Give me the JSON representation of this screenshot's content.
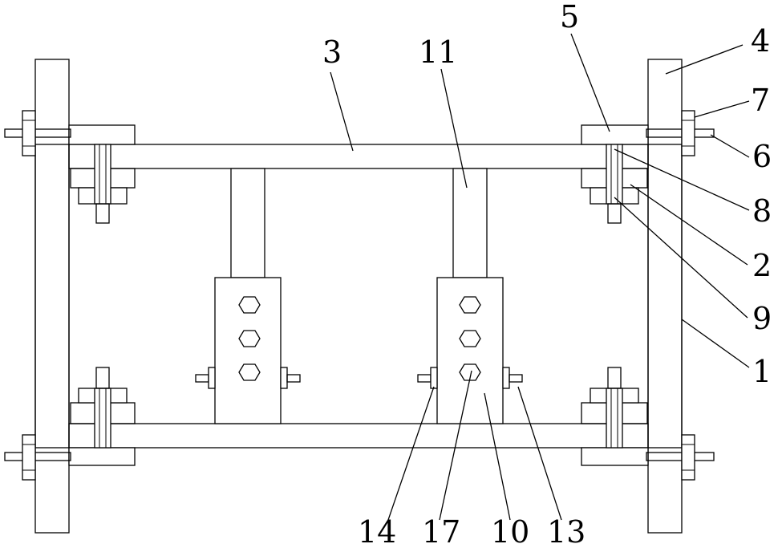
{
  "labels": {
    "l1": "1",
    "l2": "2",
    "l3": "3",
    "l4": "4",
    "l5": "5",
    "l6": "6",
    "l7": "7",
    "l8": "8",
    "l9": "9",
    "l10": "10",
    "l11": "11",
    "l13": "13",
    "l14": "14",
    "l17": "17"
  },
  "colors": {
    "line": "#000000",
    "background": "#ffffff"
  }
}
